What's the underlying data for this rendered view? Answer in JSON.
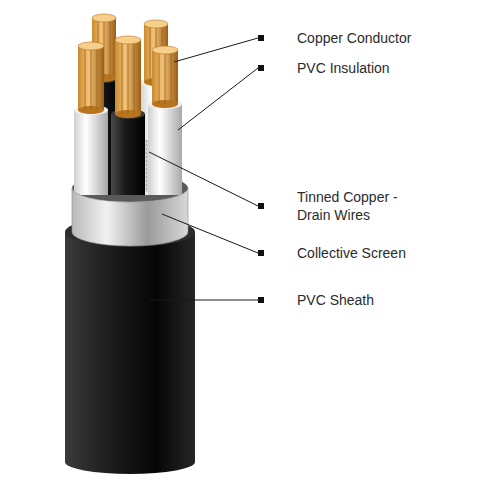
{
  "diagram": {
    "labels": [
      "Copper Conductor",
      "PVC Insulation",
      "Tinned Copper - Drain Wires",
      "Collective Screen",
      "PVC Sheath"
    ]
  }
}
